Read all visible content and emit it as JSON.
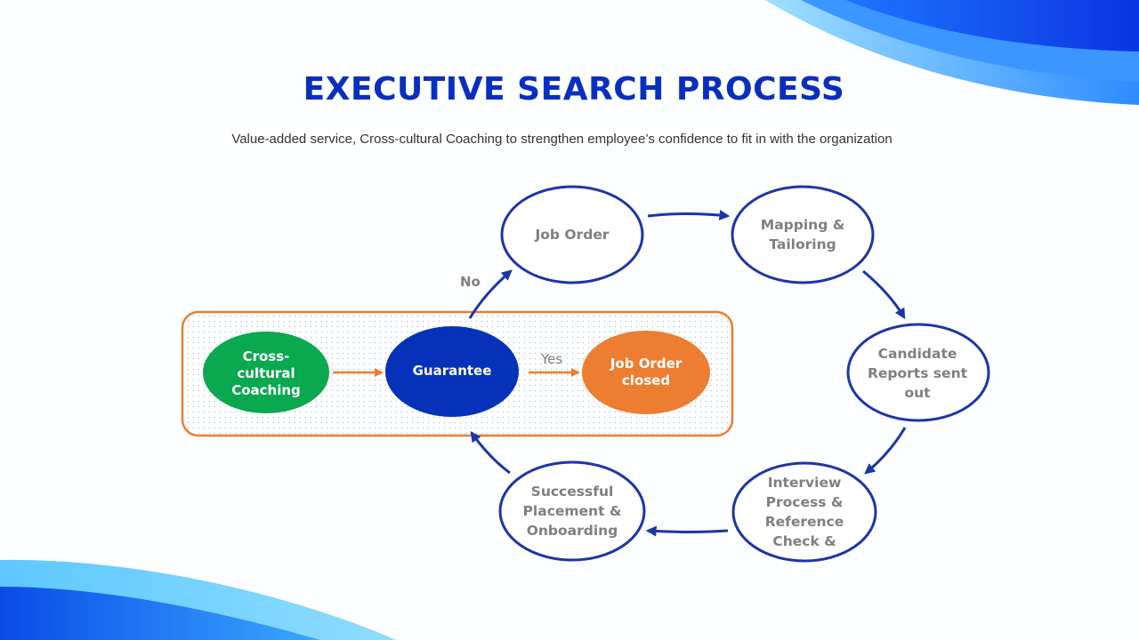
{
  "slide": {
    "title": "EXECUTIVE SEARCH PROCESS",
    "subtitle": "Value-added service, Cross-cultural  Coaching to strengthen  employee’s confidence to fit in with the organization"
  },
  "diagram": {
    "nodes": {
      "job_order": "Job Order",
      "mapping": "Mapping & Tailoring",
      "candidate_reports": "Candidate Reports sent out",
      "interview": "Interview Process & Reference Check &",
      "placement": "Successful Placement & Onboarding",
      "guarantee": "Guarantee",
      "coaching": "Cross-cultural Coaching",
      "job_order_closed": "Job Order closed"
    },
    "edge_labels": {
      "no": "No",
      "yes": "Yes"
    },
    "colors": {
      "ring": "#1b35a8",
      "arrow": "#1b35a8",
      "guarantee_fill": "#0532b8",
      "coaching_fill": "#0aa84f",
      "closed_fill": "#ed7d31",
      "box_border": "#ed7d31",
      "side_arrow": "#ed7d31"
    }
  }
}
